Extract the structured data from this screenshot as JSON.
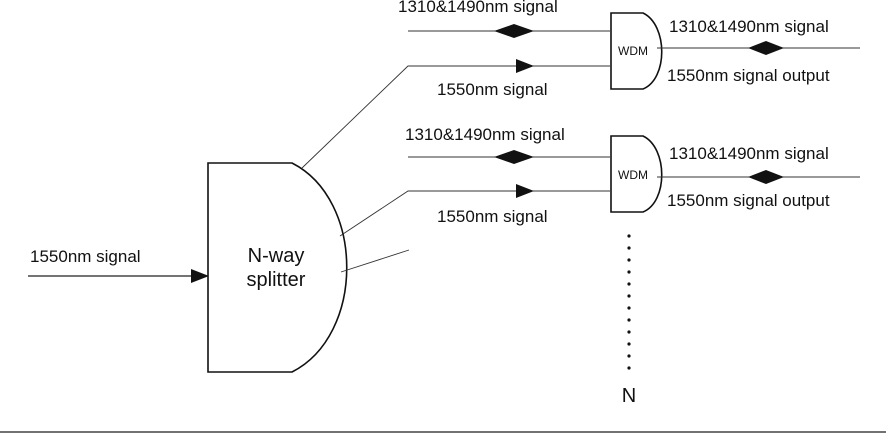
{
  "input_label": "1550nm signal",
  "splitter": {
    "line1": "N-way",
    "line2": "splitter"
  },
  "branches": [
    {
      "upstream_label": "1310&1490nm signal",
      "downstream_label": "1550nm signal",
      "wdm_label": "WDM",
      "out_top_label": "1310&1490nm signal",
      "out_bottom_label": "1550nm signal output"
    },
    {
      "upstream_label": "1310&1490nm signal",
      "downstream_label": "1550nm signal",
      "wdm_label": "WDM",
      "out_top_label": "1310&1490nm signal",
      "out_bottom_label": "1550nm signal output"
    }
  ],
  "n_label": "N",
  "colors": {
    "line": "#222222",
    "text": "#111111",
    "background": "#ffffff"
  }
}
